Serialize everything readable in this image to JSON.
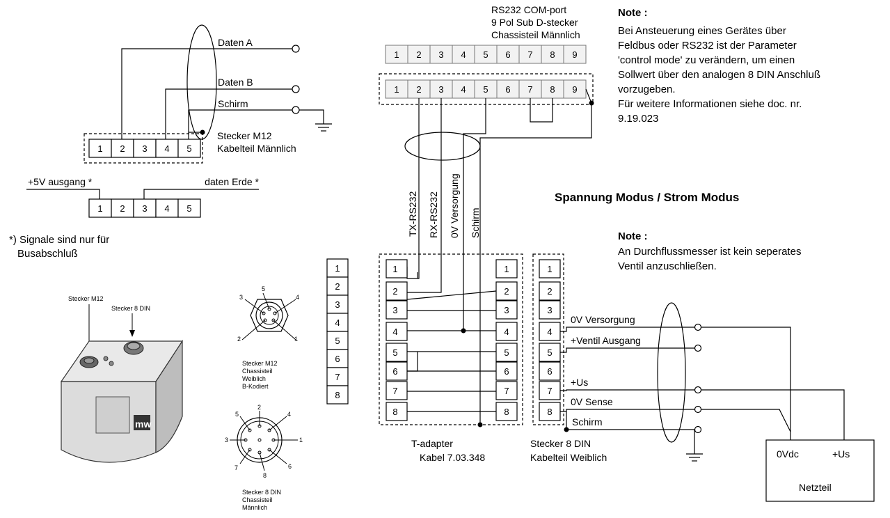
{
  "m12_cable": {
    "signals": {
      "daten_a": "Daten A",
      "daten_b": "Daten B",
      "schirm": "Schirm"
    },
    "title_line1": "Stecker M12",
    "title_line2": "Kabelteil Männlich",
    "pins": [
      "1",
      "2",
      "3",
      "4",
      "5"
    ]
  },
  "termination": {
    "left_label": "+5V ausgang *",
    "right_label": "daten Erde *",
    "pins": [
      "1",
      "2",
      "3",
      "4",
      "5"
    ],
    "footnote_line1": "*) Signale sind nur für",
    "footnote_line2": "Busabschluß"
  },
  "device": {
    "label_m12": "Stecker M12",
    "label_8din": "Stecker 8 DIN",
    "logo": "mw"
  },
  "m12_chassis": {
    "pin_numbers": [
      "1",
      "2",
      "3",
      "4",
      "5"
    ],
    "caption": [
      "Stecker M12",
      "Chassisteil",
      "Weiblich",
      "B-Kodiert"
    ]
  },
  "din8_chassis": {
    "pin_numbers": [
      "1",
      "2",
      "3",
      "4",
      "5",
      "6",
      "7",
      "8"
    ],
    "caption": [
      "Stecker 8 DIN",
      "Chassisteil",
      "Männlich"
    ]
  },
  "rs232": {
    "title": [
      "RS232 COM-port",
      "9 Pol Sub D-stecker",
      "Chassisteil Männlich"
    ],
    "pins": [
      "1",
      "2",
      "3",
      "4",
      "5",
      "6",
      "7",
      "8",
      "9"
    ]
  },
  "note1": {
    "heading": "Note :",
    "lines": [
      "Bei Ansteuerung eines Gerätes über",
      "Feldbus oder RS232 ist der Parameter",
      "'control mode' zu verändern, um einen",
      "Sollwert über den analogen 8 DIN Anschluß",
      "vorzugeben.",
      "Für weitere Informationen siehe doc. nr.",
      "9.19.023"
    ]
  },
  "section_title": "Spannung Modus / Strom Modus",
  "note2": {
    "heading": "Note :",
    "lines": [
      "An Durchflussmesser ist kein seperates",
      "Ventil anzuschließen."
    ]
  },
  "vertical_labels": [
    "TX-RS232",
    "RX-RS232",
    "0V Versorgung",
    "Schirm"
  ],
  "pins8": [
    "1",
    "2",
    "3",
    "4",
    "5",
    "6",
    "7",
    "8"
  ],
  "t_adapter": {
    "line1": "T-adapter",
    "line2": "Kabel 7.03.348"
  },
  "din8_cable": {
    "line1": "Stecker 8 DIN",
    "line2": "Kabelteil Weiblich"
  },
  "output_signals": [
    "0V Versorgung",
    "+Ventil Ausgang",
    "+Us",
    "0V Sense",
    "Schirm"
  ],
  "netzteil": {
    "left": "0Vdc",
    "right": "+Us",
    "name": "Netzteil"
  }
}
